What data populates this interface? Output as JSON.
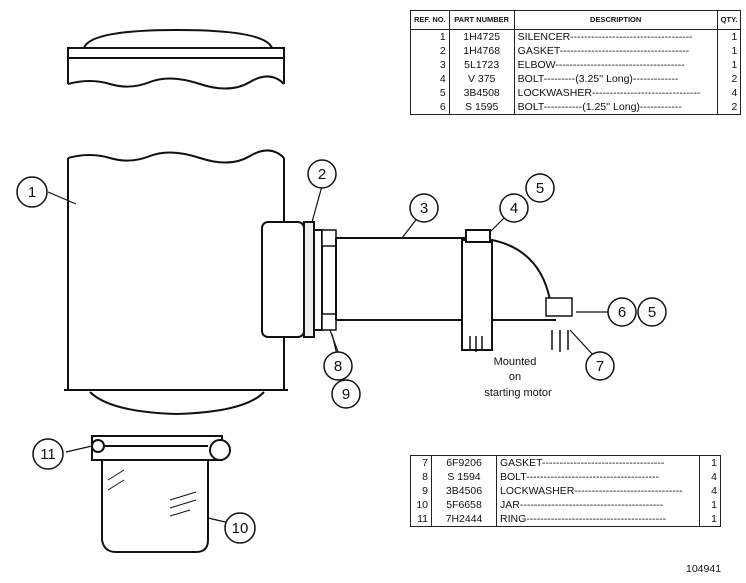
{
  "table_headers": {
    "ref": "REF. NO.",
    "part": "PART NUMBER",
    "description": "DESCRIPTION",
    "qty": "QTY."
  },
  "parts_top": [
    {
      "ref": "1",
      "part": "1H4725",
      "description": "SILENCER-----------------------------------",
      "qty": "1"
    },
    {
      "ref": "2",
      "part": "1H4768",
      "description": "GASKET-------------------------------------",
      "qty": "1"
    },
    {
      "ref": "3",
      "part": "5L1723",
      "description": "ELBOW-------------------------------------",
      "qty": "1"
    },
    {
      "ref": "4",
      "part": "V 375",
      "description": "BOLT---------(3.25'' Long)-------------",
      "qty": "2"
    },
    {
      "ref": "5",
      "part": "3B4508",
      "description": "LOCKWASHER-------------------------------",
      "qty": "4"
    },
    {
      "ref": "6",
      "part": "S 1595",
      "description": "BOLT-----------(1.25'' Long)------------",
      "qty": "2"
    }
  ],
  "parts_bottom": [
    {
      "ref": "7",
      "part": "6F9206",
      "description": "GASKET-----------------------------------",
      "qty": "1"
    },
    {
      "ref": "8",
      "part": "S 1594",
      "description": "BOLT--------------------------------------",
      "qty": "4"
    },
    {
      "ref": "9",
      "part": "3B4506",
      "description": "LOCKWASHER-------------------------------",
      "qty": "4"
    },
    {
      "ref": "10",
      "part": "5F6658",
      "description": "JAR-----------------------------------------",
      "qty": "1"
    },
    {
      "ref": "11",
      "part": "7H2444",
      "description": "RING----------------------------------------",
      "qty": "1"
    }
  ],
  "callouts": [
    "1",
    "2",
    "3",
    "4",
    "5",
    "6",
    "5",
    "7",
    "8",
    "9",
    "10",
    "11"
  ],
  "note": {
    "line1": "Mounted",
    "line2": "on",
    "line3": "starting motor"
  },
  "drawing_number": "104941"
}
